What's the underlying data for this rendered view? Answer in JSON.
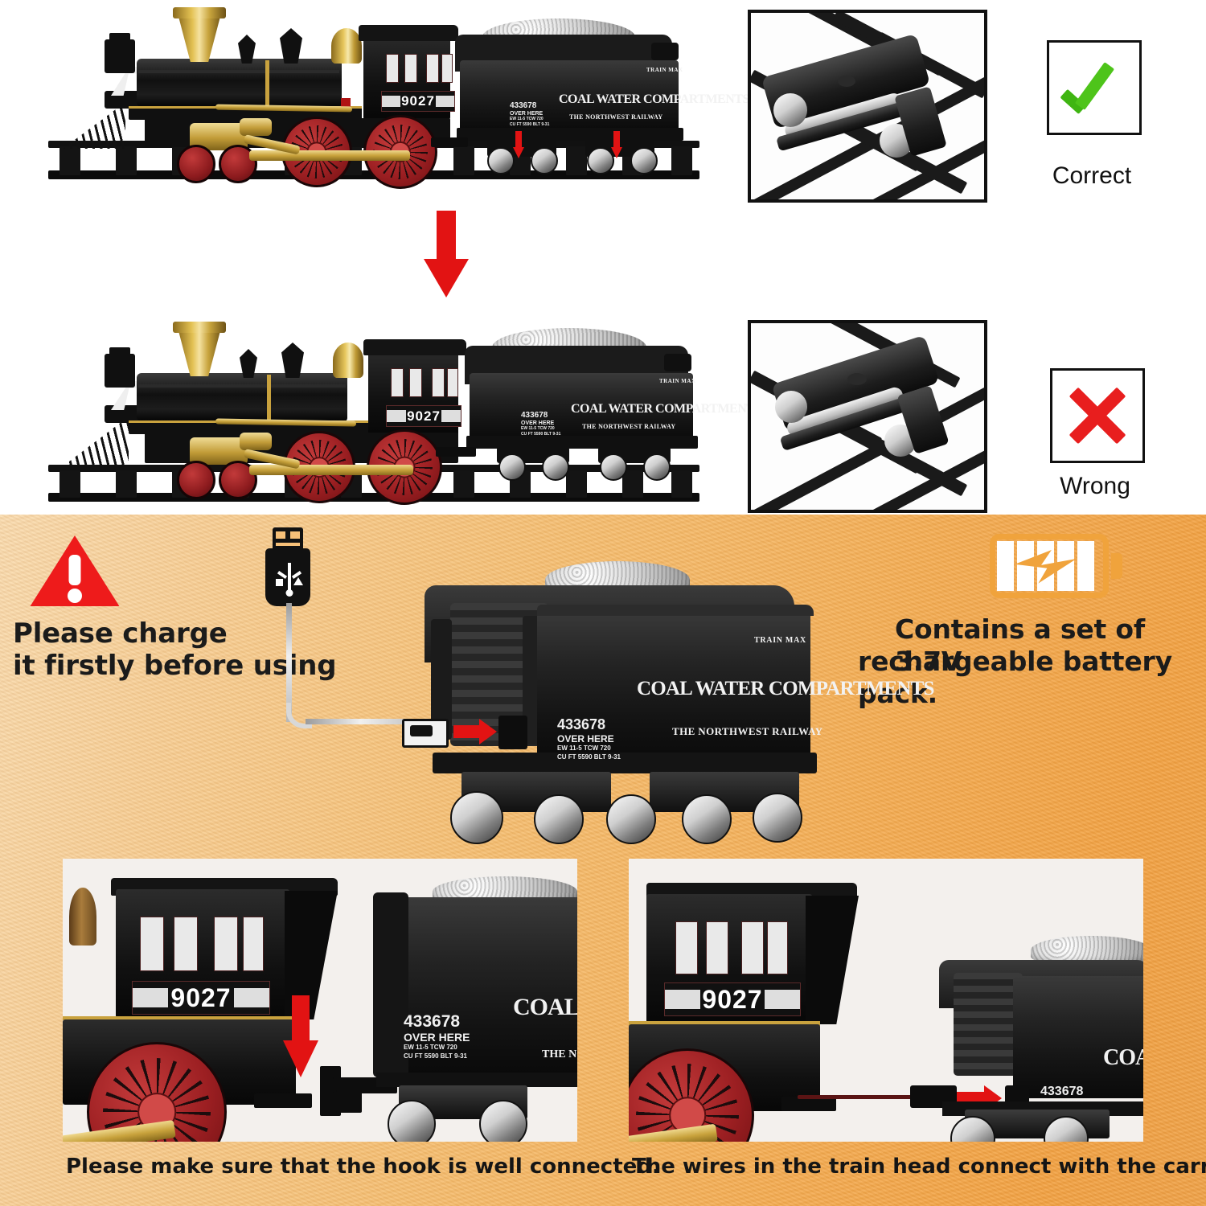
{
  "product": {
    "locomotive_number": "9027",
    "tender_number": "433678",
    "tender_over_here": "OVER HERE",
    "tender_spec_line1": "EW 11-5  TCW 720",
    "tender_spec_line2": "CU FT 5590  BLT 9-31",
    "tender_title": "COAL WATER COMPARTMENTS",
    "tender_subtitle": "THE NORTHWEST RAILWAY",
    "tender_brand": "TRAIN MAX"
  },
  "top_section": {
    "correct": {
      "label": "Correct",
      "icon": "check-icon",
      "color": "#45bd16"
    },
    "wrong": {
      "label": "Wrong",
      "icon": "cross-icon",
      "color": "#e81e1e"
    },
    "transition_arrow": "arrow-down-icon"
  },
  "orange_section": {
    "charge_notice": {
      "icon": "warning-triangle-icon",
      "line1": "Please charge",
      "line2": "it firstly before using",
      "cable_icon": "usb-plug-icon"
    },
    "battery_notice": {
      "icon": "battery-charging-icon",
      "line1": "Contains a set of 3.7V",
      "line2": "rechargeable battery pack.",
      "voltage": "3.7V"
    },
    "panels": [
      {
        "caption": "Please make sure that the hook is well connected.",
        "arrow": "arrow-down-icon"
      },
      {
        "caption": "The wires in the train head connect with the carriage.",
        "arrow": "arrow-right-icon"
      }
    ]
  },
  "colors": {
    "orange_light": "#fadcb0",
    "orange_dark": "#efa248",
    "red": "#e21313",
    "green": "#45bd16",
    "gold": "#c9a23e",
    "wheel_red": "#9c1f22",
    "battery_orange": "#f0a33c"
  }
}
